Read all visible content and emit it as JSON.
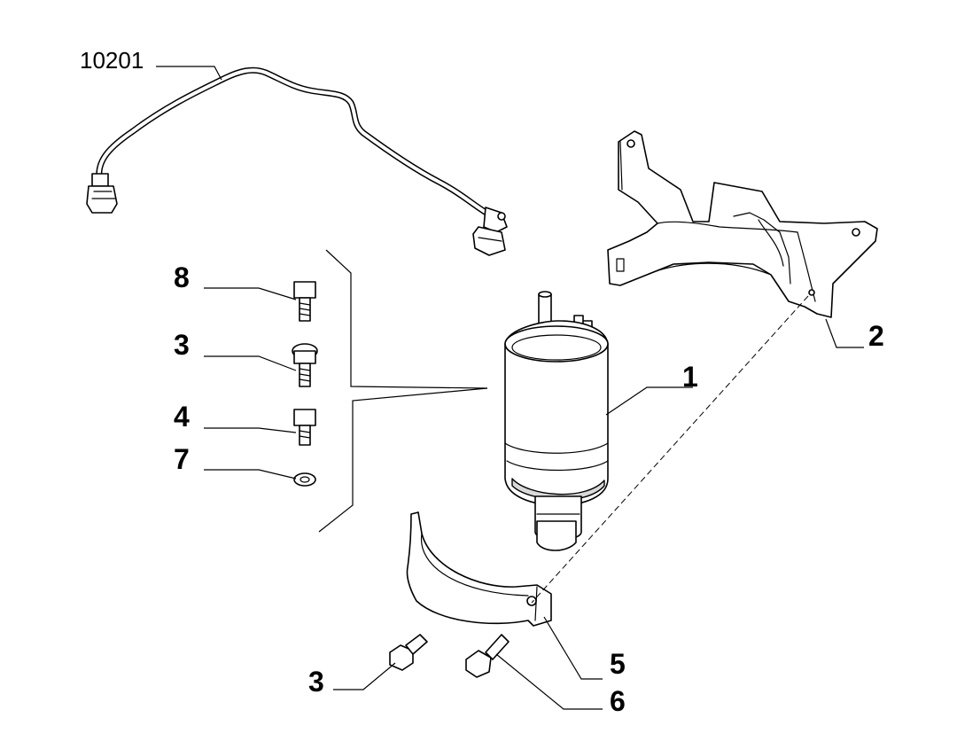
{
  "callouts": {
    "pipe": "10201",
    "filter": "1",
    "bracket": "2",
    "screw_top": "8",
    "bolt_a": "3",
    "bolt_b": "4",
    "washer": "7",
    "bolt_bottom": "3",
    "clamp": "5",
    "screw_bottom": "6"
  }
}
